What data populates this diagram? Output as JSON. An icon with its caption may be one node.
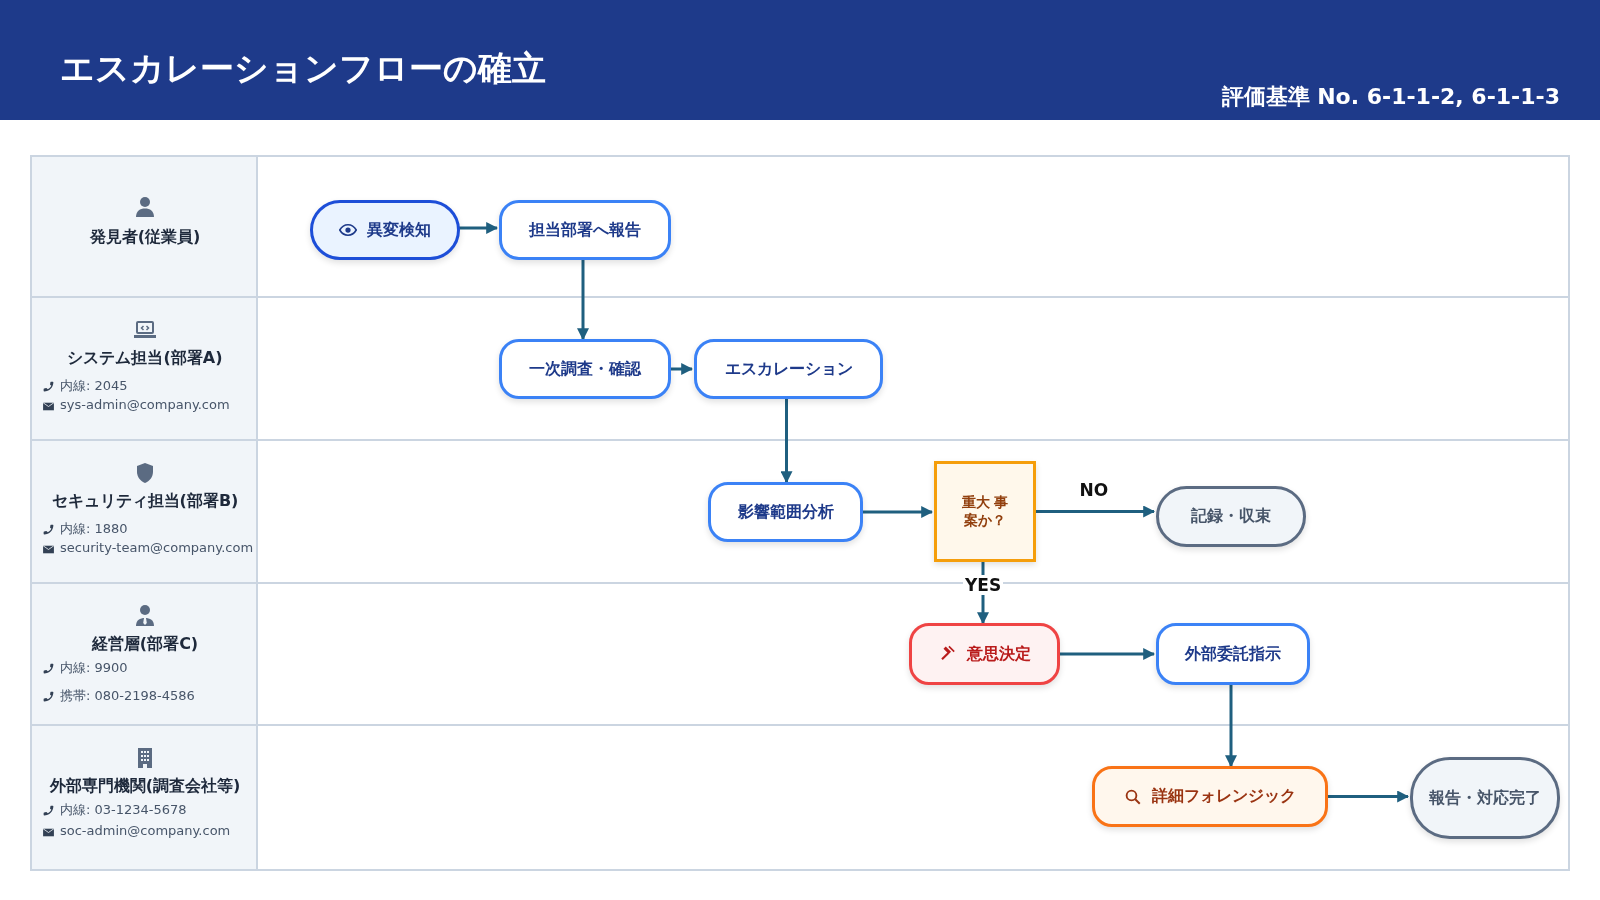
{
  "diagram": {
    "title": "エスカレーションフローの確立",
    "nodes": [
      {
        "text": [
          "発見者(従業員)"
        ]
      },
      {
        "text": [
          "システム担当(部署A)",
          "内線: 2045",
          "sys-admin@company.com"
        ]
      },
      {
        "text": [
          "セキュリティ担当(部署B)",
          "内線: 1880",
          "security-team@company.com"
        ]
      },
      {
        "text": [
          "経営層(部署C)",
          "内線: 9900",
          "携帯: 080-2198-4586"
        ]
      },
      {
        "text": [
          "外部専門機関(調査会社等)",
          "内線: 03-1234-5678",
          "soc-admin@company.com"
        ]
      },
      {
        "text": [
          "異変検知"
        ],
        "in": 0
      },
      {
        "text": [
          "担当部署へ報告"
        ],
        "in": 0
      },
      {
        "text": [
          "一次調査・確認"
        ],
        "in": 1
      },
      {
        "text": [
          "エスカレーション"
        ],
        "in": 1
      },
      {
        "text": [
          "影響範囲分析"
        ],
        "in": 2
      },
      {
        "text": [
          "重大 事案か？"
        ],
        "in": 2
      },
      {
        "text": [
          "記録・収束"
        ],
        "in": 2
      },
      {
        "text": [
          "意思決定"
        ],
        "in": 3
      },
      {
        "text": [
          "外部委託指示"
        ],
        "in": 3
      },
      {
        "text": [
          "詳細フォレンジック"
        ],
        "in": 4
      },
      {
        "text": [
          "報告・対応完了"
        ],
        "in": 4
      }
    ],
    "edges": [
      {
        "from": 5,
        "to": 6,
        "arrow": "to"
      },
      {
        "from": 6,
        "to": 7,
        "arrow": "to"
      },
      {
        "from": 7,
        "to": 8,
        "arrow": "to"
      },
      {
        "from": 8,
        "to": 9,
        "arrow": "to"
      },
      {
        "from": 9,
        "to": 10,
        "arrow": "to"
      },
      {
        "from": 10,
        "to": 11,
        "arrow": "to",
        "label": "NO"
      },
      {
        "from": 10,
        "to": 12,
        "arrow": "to",
        "label": "YES"
      },
      {
        "from": 12,
        "to": 13,
        "arrow": "to"
      },
      {
        "from": 13,
        "to": 14,
        "arrow": "to"
      },
      {
        "from": 14,
        "to": 15,
        "arrow": "to"
      }
    ],
    "labels": [
      "評価基準 No. 6-1-1-2, 6-1-1-3"
    ]
  }
}
